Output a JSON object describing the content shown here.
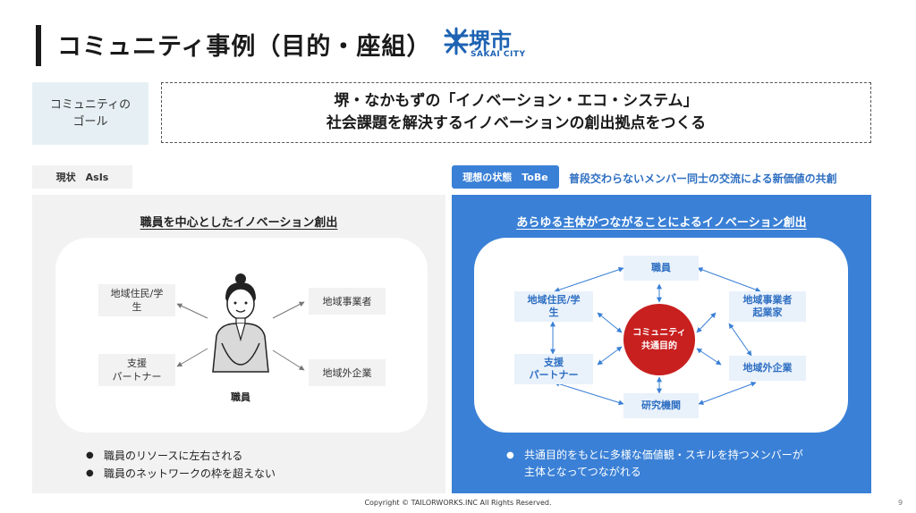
{
  "header": {
    "title": "コミュニティ事例（目的・座組）",
    "logo_text": "堺市",
    "logo_sub": "SAKAI CITY",
    "logo_icon": "sakai-city-emblem-icon"
  },
  "goal": {
    "label_line1": "コミュニティの",
    "label_line2": "ゴール",
    "text_line1": "堺・なかもずの「イノベーション・エコ・システム」",
    "text_line2": "社会課題を解決するイノベーションの創出拠点をつくる"
  },
  "asis": {
    "tab": "現状　AsIs",
    "heading": "職員を中心としたイノベーション創出",
    "center_label": "職員",
    "chips": {
      "top_left_line1": "地域住民/学",
      "top_left_line2": "生",
      "bottom_left_line1": "支援",
      "bottom_left_line2": "パートナー",
      "top_right": "地域事業者",
      "bottom_right": "地域外企業"
    },
    "bullets": [
      "職員のリソースに左右される",
      "職員のネットワークの枠を超えない"
    ]
  },
  "tobe": {
    "tab": "理想の状態　ToBe",
    "desc": "普段交わらないメンバー同士の交流による新価値の共創",
    "heading": "あらゆる主体がつながることによるイノベーション創出",
    "center_line1": "コミュニティ",
    "center_line2": "共通目的",
    "nodes": {
      "top": "職員",
      "bottom": "研究機関",
      "upper_left_line1": "地域住民/学",
      "upper_left_line2": "生",
      "lower_left_line1": "支援",
      "lower_left_line2": "パートナー",
      "upper_right_line1": "地域事業者",
      "upper_right_line2": "起業家",
      "lower_right": "地域外企業"
    },
    "bullet_line1": "共通目的をもとに多様な価値観・スキルを持つメンバーが",
    "bullet_line2": "主体となってつながれる"
  },
  "footer": {
    "copyright": "Copyright © TAILORWORKS.INC All Rights Reserved.",
    "page": "9"
  },
  "colors": {
    "accent_blue": "#3a80d6",
    "community_red": "#c8201f",
    "logo_blue": "#1e63b3"
  }
}
